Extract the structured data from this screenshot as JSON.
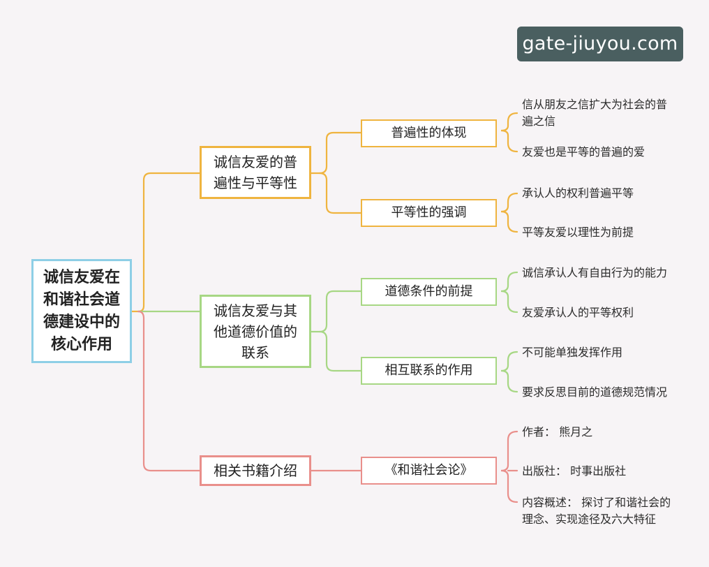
{
  "watermark": "gate-jiuyou.com",
  "root": {
    "label_lines": [
      "诚信友爱在",
      "和谐社会道",
      "德建设中的",
      "核心作用"
    ]
  },
  "branches": [
    {
      "label_lines": [
        "诚信友爱的普",
        "遍性与平等性"
      ],
      "color": "#efb43f",
      "children": [
        {
          "label": "普遍性的体现",
          "leaves": [
            [
              "信从朋友之信扩大为社会的普",
              "遍之信"
            ],
            [
              "友爱也是平等的普遍的爱"
            ]
          ]
        },
        {
          "label": "平等性的强调",
          "leaves": [
            [
              "承认人的权利普遍平等"
            ],
            [
              "平等友爱以理性为前提"
            ]
          ]
        }
      ]
    },
    {
      "label_lines": [
        "诚信友爱与其",
        "他道德价值的",
        "联系"
      ],
      "color": "#a7d784",
      "children": [
        {
          "label": "道德条件的前提",
          "leaves": [
            [
              "诚信承认人有自由行为的能力"
            ],
            [
              "友爱承认人的平等权利"
            ]
          ]
        },
        {
          "label": "相互联系的作用",
          "leaves": [
            [
              "不可能单独发挥作用"
            ],
            [
              "要求反思目前的道德规范情况"
            ]
          ]
        }
      ]
    },
    {
      "label_lines": [
        "相关书籍介绍"
      ],
      "color": "#e98f8b",
      "children": [
        {
          "label": "《和谐社会论》",
          "leaves": [
            [
              "作者：  熊月之"
            ],
            [
              "出版社：  时事出版社"
            ],
            [
              "内容概述：  探讨了和谐社会的",
              "理念、实现途径及六大特征"
            ]
          ]
        }
      ]
    }
  ]
}
